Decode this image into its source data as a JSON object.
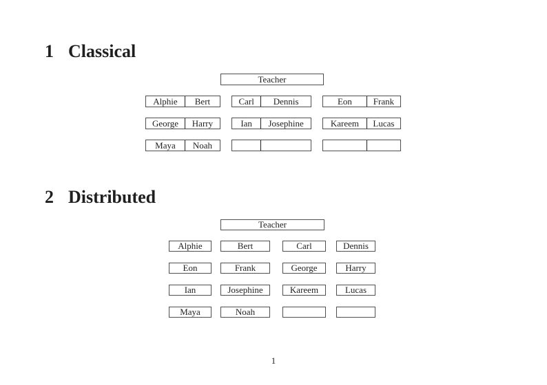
{
  "page": {
    "page_number": "1",
    "background_color": "#ffffff",
    "text_color": "#1f1f1f",
    "box_border_color": "#4f4f4f",
    "seat_divider_color": "#1e1e1e"
  },
  "sections": [
    {
      "number": "1",
      "title": "Classical",
      "teacher_label": "Teacher",
      "desks": [
        [
          [
            "Alphie",
            "Bert"
          ],
          [
            "Carl",
            "Dennis"
          ],
          [
            "Eon",
            "Frank"
          ]
        ],
        [
          [
            "George",
            "Harry"
          ],
          [
            "Ian",
            "Josephine"
          ],
          [
            "Kareem",
            "Lucas"
          ]
        ],
        [
          [
            "Maya",
            "Noah"
          ],
          [
            "",
            ""
          ],
          [
            "",
            ""
          ]
        ]
      ]
    },
    {
      "number": "2",
      "title": "Distributed",
      "teacher_label": "Teacher",
      "desks": [
        [
          [
            "Alphie"
          ],
          [
            "Bert"
          ],
          [
            "Carl"
          ],
          [
            "Dennis"
          ]
        ],
        [
          [
            "Eon"
          ],
          [
            "Frank"
          ],
          [
            "George"
          ],
          [
            "Harry"
          ]
        ],
        [
          [
            "Ian"
          ],
          [
            "Josephine"
          ],
          [
            "Kareem"
          ],
          [
            "Lucas"
          ]
        ],
        [
          [
            "Maya"
          ],
          [
            "Noah"
          ],
          [
            ""
          ],
          [
            ""
          ]
        ]
      ]
    }
  ]
}
